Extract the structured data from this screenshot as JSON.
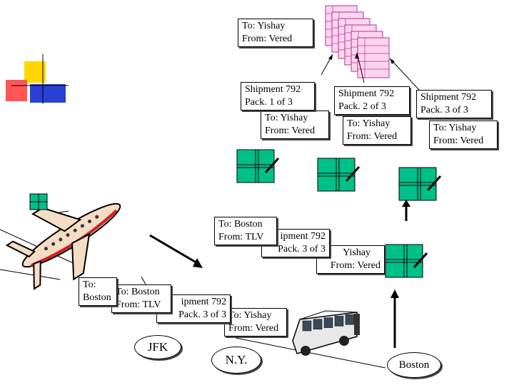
{
  "labels": {
    "top_address": {
      "to": "To: Yishay",
      "from": "From: Vered"
    },
    "pack1": {
      "ship": "Shipment 792",
      "pack": "Pack. 1 of 3",
      "to": "To: Yishay",
      "from": "From: Vered"
    },
    "pack2": {
      "ship": "Shipment 792",
      "pack": "Pack. 2 of 3",
      "to": "To: Yishay",
      "from": "From: Vered"
    },
    "pack3": {
      "ship": "Shipment 792",
      "pack": "Pack. 3 of 3",
      "to": "To: Yishay",
      "from": "From: Vered"
    },
    "boston_stack": {
      "to": "To: Boston",
      "from": "From: TLV",
      "ship": "ipment 792",
      "pack": "Pack. 3 of 3",
      "to2": "Yishay",
      "from2": "From: Vered"
    },
    "jfk_stack": {
      "to": "To:",
      "to_city": "Boston",
      "to2": "To: Boston",
      "from": "From: TLV",
      "ship": "ipment 792",
      "pack": "Pack. 3 of 3",
      "to3": "To: Yishay",
      "from2": "From: Vered"
    }
  },
  "places": {
    "jfk": "JFK",
    "ny": "N.Y.",
    "boston": "Boston"
  },
  "colors": {
    "package": "#00c08a",
    "page_fill": "#ffd5ee",
    "page_stroke": "#b0309a",
    "logo_yellow": "#ffd700",
    "logo_red": "#ff5555",
    "logo_blue": "#2a3fd4",
    "bus": "#e8e8e8"
  }
}
